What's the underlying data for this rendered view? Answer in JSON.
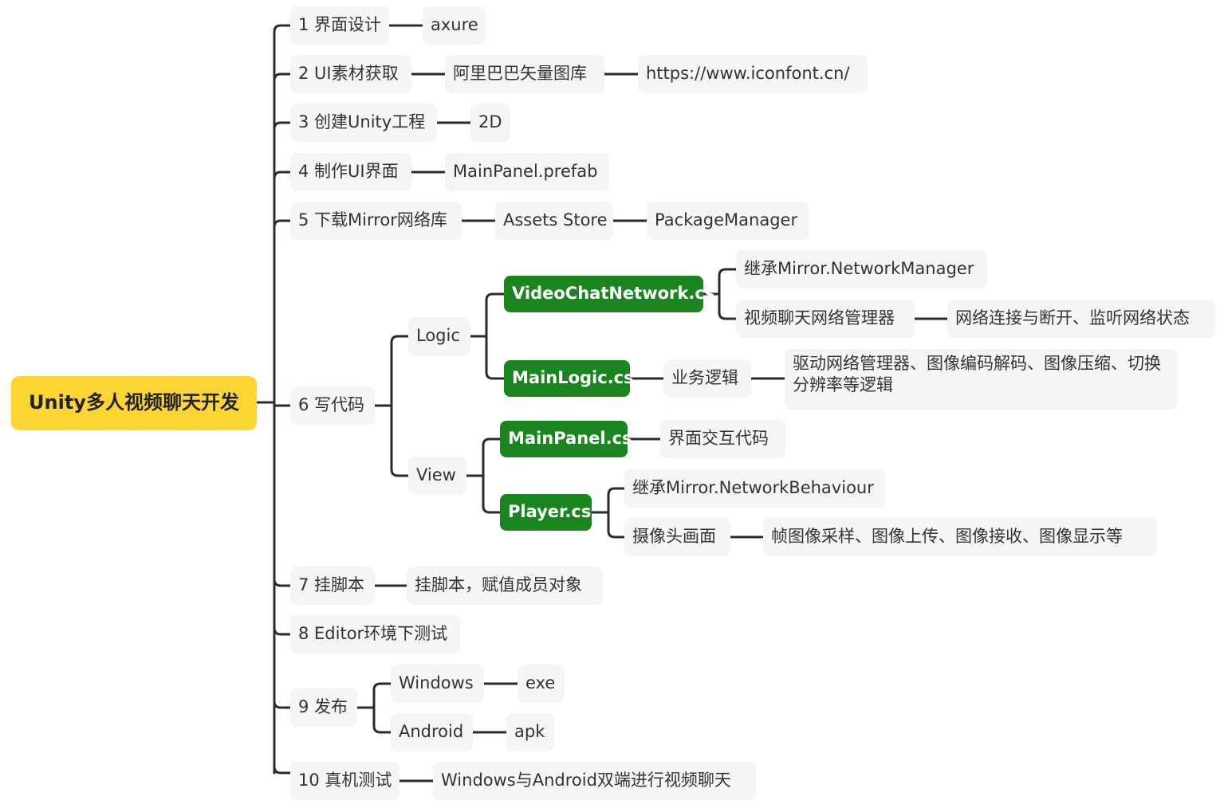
{
  "colors": {
    "root": "#fcd535",
    "code": "#1a851f",
    "node": "#f5f5f5",
    "line": "#2b2b2b",
    "text": "#333333"
  },
  "root": {
    "label": "Unity多人视频聊天开发"
  },
  "steps": {
    "s1": {
      "label": "1 界面设计",
      "axure": "axure"
    },
    "s2": {
      "label": "2 UI素材获取",
      "lib": "阿里巴巴矢量图库",
      "url": "https://www.iconfont.cn/"
    },
    "s3": {
      "label": "3 创建Unity工程",
      "mode": "2D"
    },
    "s4": {
      "label": "4 制作UI界面",
      "prefab": "MainPanel.prefab"
    },
    "s5": {
      "label": "5 下载Mirror网络库",
      "store": "Assets Store",
      "pm": "PackageManager"
    },
    "s6": {
      "label": "6 写代码",
      "logic": {
        "label": "Logic",
        "vcn": {
          "label": "VideoChatNetwork.cs",
          "inherit": "继承Mirror.NetworkManager",
          "desc": "视频聊天网络管理器",
          "detail": "网络连接与断开、监听网络状态"
        },
        "ml": {
          "label": "MainLogic.cs",
          "desc": "业务逻辑",
          "detail": "驱动网络管理器、图像编码解码、图像压缩、切换分辨率等逻辑"
        }
      },
      "view": {
        "label": "View",
        "mp": {
          "label": "MainPanel.cs",
          "desc": "界面交互代码"
        },
        "pl": {
          "label": "Player.cs",
          "inherit": "继承Mirror.NetworkBehaviour",
          "desc": "摄像头画面",
          "detail": "帧图像采样、图像上传、图像接收、图像显示等"
        }
      }
    },
    "s7": {
      "label": "7 挂脚本",
      "detail": "挂脚本，赋值成员对象"
    },
    "s8": {
      "label": "8 Editor环境下测试"
    },
    "s9": {
      "label": "9 发布",
      "windows": "Windows",
      "exe": "exe",
      "android": "Android",
      "apk": "apk"
    },
    "s10": {
      "label": "10 真机测试",
      "detail": "Windows与Android双端进行视频聊天"
    }
  }
}
